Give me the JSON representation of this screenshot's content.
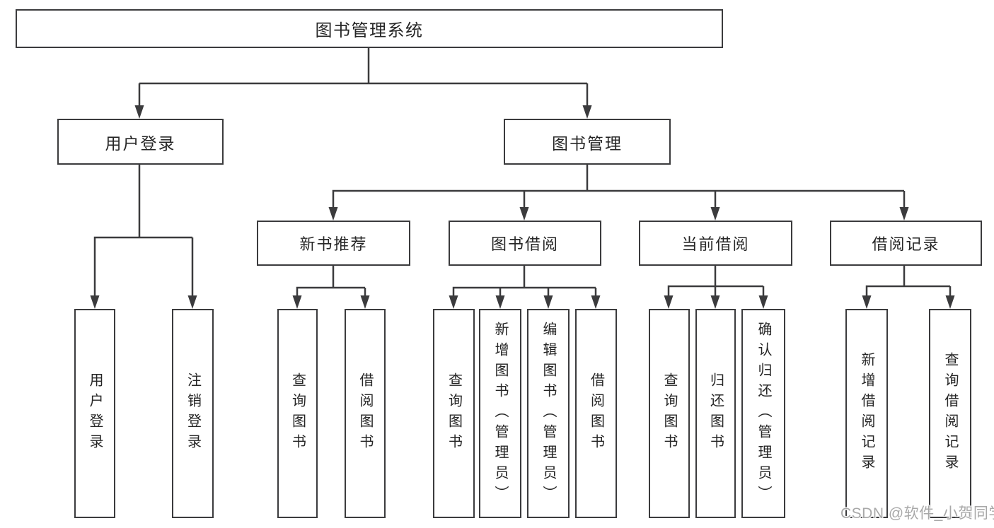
{
  "diagram": {
    "title_node": {
      "label": "图书管理系统"
    },
    "branches": [
      {
        "label": "用户登录"
      },
      {
        "label": "图书管理"
      }
    ],
    "modules": [
      {
        "label": "新书推荐"
      },
      {
        "label": "图书借阅"
      },
      {
        "label": "当前借阅"
      },
      {
        "label": "借阅记录"
      }
    ],
    "leaves": [
      {
        "label": "用户登录"
      },
      {
        "label": "注销登录"
      },
      {
        "label": "查询图书"
      },
      {
        "label": "借阅图书"
      },
      {
        "label": "查询图书"
      },
      {
        "label": "新增图书（管理员）"
      },
      {
        "label": "编辑图书（管理员）"
      },
      {
        "label": "借阅图书"
      },
      {
        "label": "查询图书"
      },
      {
        "label": "归还图书"
      },
      {
        "label": "确认归还（管理员）"
      },
      {
        "label": "新增借阅记录"
      },
      {
        "label": "查询借阅记录"
      }
    ],
    "colors": {
      "line": "#3b3b3d",
      "text": "#262626",
      "watermark": "#a8a8a8",
      "background": "#ffffff"
    }
  },
  "watermark": {
    "text": "CSDN @软件_小贺同学"
  }
}
